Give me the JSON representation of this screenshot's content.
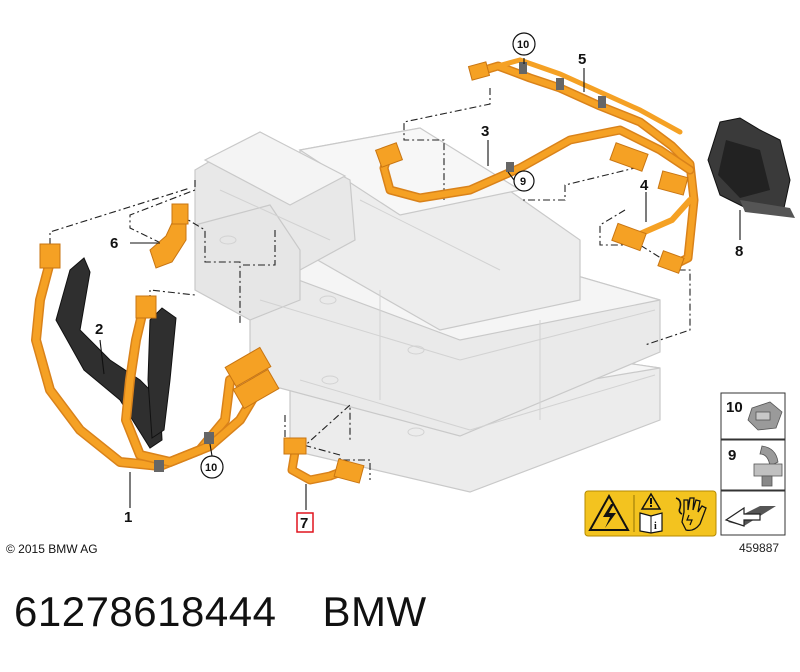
{
  "labels": {
    "l1": "1",
    "l2": "2",
    "l3": "3",
    "l4": "4",
    "l5": "5",
    "l6": "6",
    "l7": "7",
    "l8": "8",
    "l9": "9",
    "l10": "10"
  },
  "legend": {
    "k10": "10",
    "k9": "9"
  },
  "copyright": "© 2015 BMW AG",
  "reference": "459887",
  "part_number": "61278618444",
  "brand": "BMW",
  "colors": {
    "cable": "#f5a124",
    "cable_dark": "#d9821a",
    "highlight": "#e0141e",
    "warning": "#f3c31f"
  },
  "icons": [
    "high-voltage-warning-icon",
    "warning-triangle-icon",
    "info-manual-icon",
    "gloved-hand-icon",
    "arrow-icon"
  ]
}
